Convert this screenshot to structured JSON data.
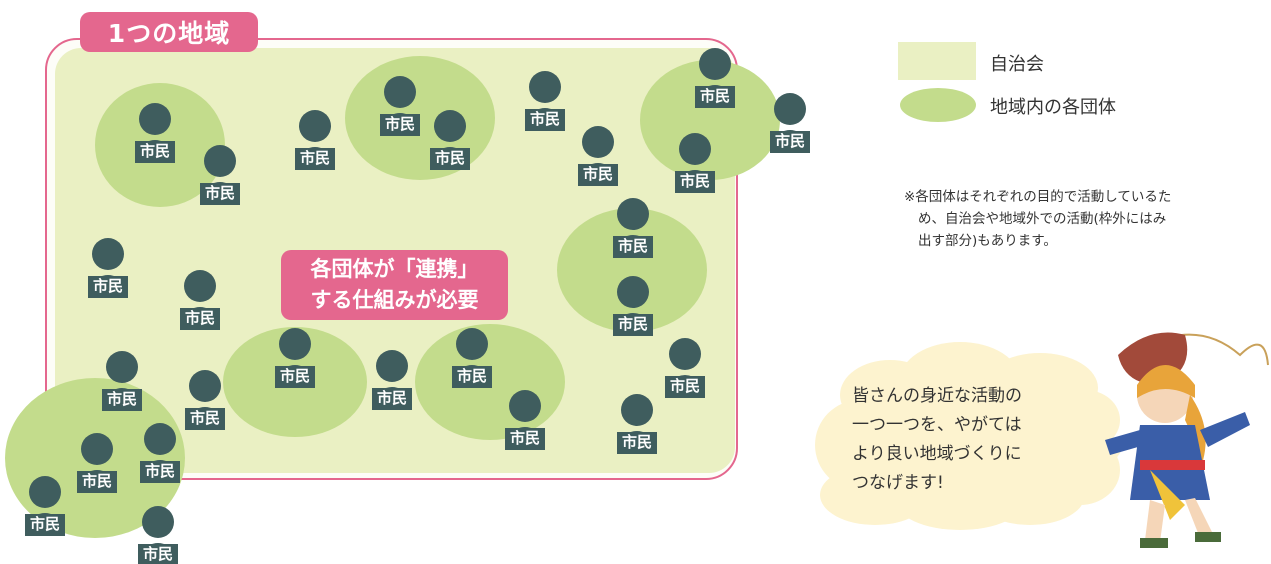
{
  "title": "1つの地域",
  "person_label": "市民",
  "center_message": [
    "各団体が「連携」",
    "する仕組みが必要"
  ],
  "legend": {
    "jichikai": "自治会",
    "dantai": "地域内の各団体"
  },
  "note": [
    "※各団体はそれぞれの目的で活動しているた",
    "め、自治会や地域外での活動(枠外にはみ",
    "出す部分)もあります。"
  ],
  "speech": [
    "皆さんの身近な活動の",
    "一つ一つを、やがては",
    "より良い地域づくりに",
    "つなげます!"
  ],
  "colors": {
    "accent_pink": "#e4678e",
    "region_fill": "#eaf0c3",
    "group_fill": "#c3dc8c",
    "person": "#3f5d5e",
    "bubble": "#fdf3cf"
  }
}
